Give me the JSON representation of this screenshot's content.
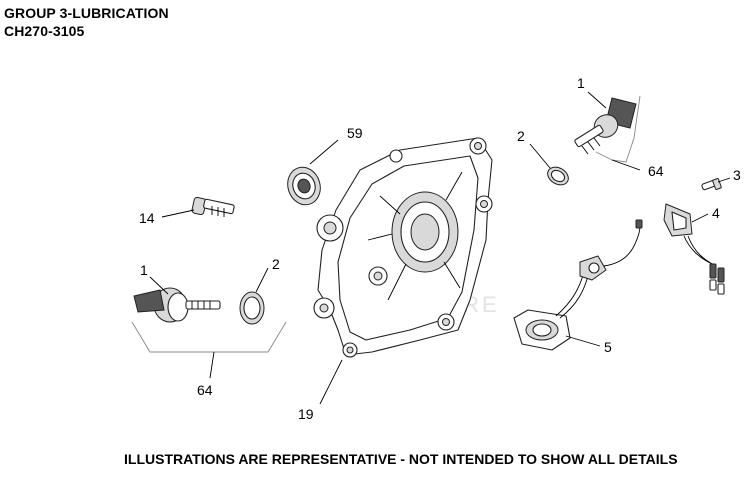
{
  "header": {
    "title": "GROUP 3-LUBRICATION",
    "model": "CH270-3105"
  },
  "footer": {
    "note": "ILLUSTRATIONS ARE REPRESENTATIVE - NOT INTENDED TO SHOW ALL DETAILS"
  },
  "watermark": "EASY ENT RE",
  "callouts": {
    "c59": "59",
    "c1_top": "1",
    "c2_top": "2",
    "c64_top": "64",
    "c3": "3",
    "c4": "4",
    "c14": "14",
    "c1_left": "1",
    "c2_left": "2",
    "c64_bottom": "64",
    "c5": "5",
    "c19": "19"
  }
}
